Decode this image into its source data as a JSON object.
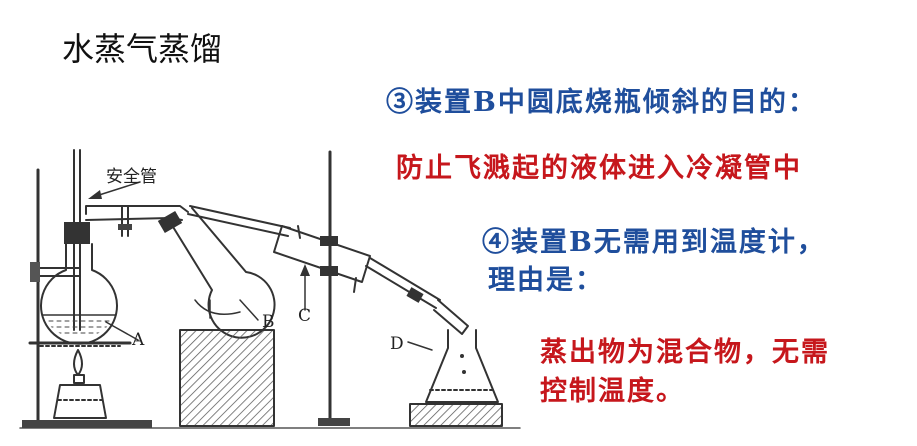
{
  "title": "水蒸气蒸馏",
  "question3": "③装置B中圆底烧瓶倾斜的目的：",
  "answer3": "防止飞溅起的液体进入冷凝管中",
  "question4_line1": "④装置B无需用到温度计，",
  "question4_line2": "理由是：",
  "answer4_line1": "蒸出物为混合物，无需",
  "answer4_line2": "控制温度。",
  "labels": {
    "safety_tube": "安全管",
    "A": "A",
    "B": "B",
    "C": "C",
    "D": "D"
  },
  "colors": {
    "question": "#1f4e9c",
    "answer": "#c6171c"
  }
}
